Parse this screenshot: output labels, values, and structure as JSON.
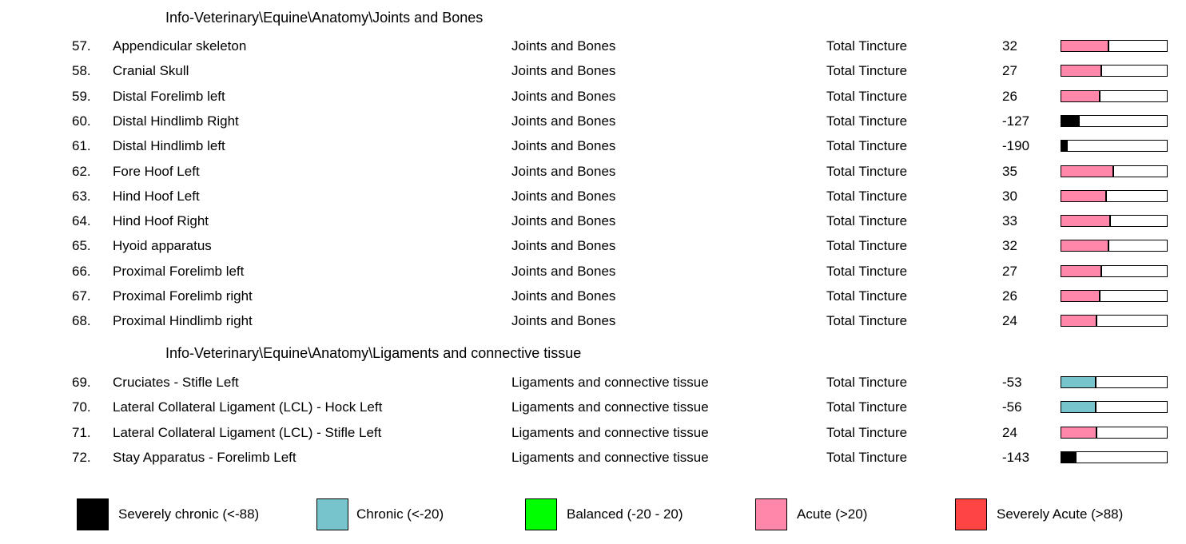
{
  "sections": [
    {
      "header": "Info-Veterinary\\Equine\\Anatomy\\Joints and Bones",
      "rows": [
        {
          "num": "57.",
          "name": "Appendicular skeleton",
          "category": "Joints and Bones",
          "type": "Total Tincture",
          "value": "32",
          "level": 32,
          "color": "#ff88aa"
        },
        {
          "num": "58.",
          "name": "Cranial Skull",
          "category": "Joints and Bones",
          "type": "Total Tincture",
          "value": "27",
          "level": 27,
          "color": "#ff88aa"
        },
        {
          "num": "59.",
          "name": "Distal Forelimb left",
          "category": "Joints and Bones",
          "type": "Total Tincture",
          "value": "26",
          "level": 26,
          "color": "#ff88aa"
        },
        {
          "num": "60.",
          "name": "Distal Hindlimb Right",
          "category": "Joints and Bones",
          "type": "Total Tincture",
          "value": "-127",
          "level": -127,
          "color": "#000000"
        },
        {
          "num": "61.",
          "name": "Distal Hindlimb left",
          "category": "Joints and Bones",
          "type": "Total Tincture",
          "value": "-190",
          "level": -190,
          "color": "#000000"
        },
        {
          "num": "62.",
          "name": "Fore Hoof Left",
          "category": "Joints and Bones",
          "type": "Total Tincture",
          "value": "35",
          "level": 35,
          "color": "#ff88aa"
        },
        {
          "num": "63.",
          "name": "Hind Hoof Left",
          "category": "Joints and Bones",
          "type": "Total Tincture",
          "value": "30",
          "level": 30,
          "color": "#ff88aa"
        },
        {
          "num": "64.",
          "name": "Hind Hoof Right",
          "category": "Joints and Bones",
          "type": "Total Tincture",
          "value": "33",
          "level": 33,
          "color": "#ff88aa"
        },
        {
          "num": "65.",
          "name": "Hyoid apparatus",
          "category": "Joints and Bones",
          "type": "Total Tincture",
          "value": "32",
          "level": 32,
          "color": "#ff88aa"
        },
        {
          "num": "66.",
          "name": "Proximal Forelimb left",
          "category": "Joints and Bones",
          "type": "Total Tincture",
          "value": "27",
          "level": 27,
          "color": "#ff88aa"
        },
        {
          "num": "67.",
          "name": "Proximal Forelimb right",
          "category": "Joints and Bones",
          "type": "Total Tincture",
          "value": "26",
          "level": 26,
          "color": "#ff88aa"
        },
        {
          "num": "68.",
          "name": "Proximal Hindlimb right",
          "category": "Joints and Bones",
          "type": "Total Tincture",
          "value": "24",
          "level": 24,
          "color": "#ff88aa"
        }
      ]
    },
    {
      "header": "Info-Veterinary\\Equine\\Anatomy\\Ligaments and connective tissue",
      "rows": [
        {
          "num": "69.",
          "name": "Cruciates - Stifle Left",
          "category": "Ligaments and connective tissue",
          "type": "Total Tincture",
          "value": "-53",
          "level": -53,
          "color": "#77c4cc"
        },
        {
          "num": "70.",
          "name": "Lateral Collateral Ligament (LCL) - Hock Left",
          "category": "Ligaments and connective tissue",
          "type": "Total Tincture",
          "value": "-56",
          "level": -56,
          "color": "#77c4cc"
        },
        {
          "num": "71.",
          "name": "Lateral Collateral Ligament (LCL) - Stifle Left",
          "category": "Ligaments and connective tissue",
          "type": "Total Tincture",
          "value": "24",
          "level": 24,
          "color": "#ff88aa"
        },
        {
          "num": "72.",
          "name": "Stay Apparatus - Forelimb Left",
          "category": "Ligaments and connective tissue",
          "type": "Total Tincture",
          "value": "-143",
          "level": -143,
          "color": "#000000"
        }
      ]
    }
  ],
  "legend": [
    {
      "label": "Severely chronic (<-88)",
      "color": "#000000"
    },
    {
      "label": "Chronic (<-20)",
      "color": "#77c4cc"
    },
    {
      "label": "Balanced (-20 - 20)",
      "color": "#00ff00"
    },
    {
      "label": "Acute (>20)",
      "color": "#ff88aa"
    },
    {
      "label": "Severely Acute (>88)",
      "color": "#ff4444"
    }
  ]
}
